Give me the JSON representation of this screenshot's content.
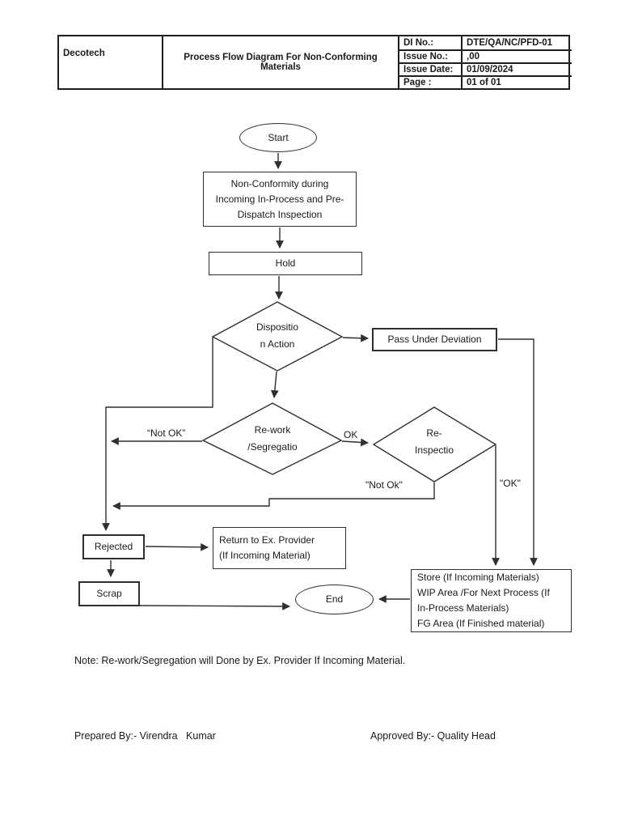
{
  "header": {
    "company": "Decotech",
    "title": "Process Flow Diagram For Non-Conforming Materials",
    "info_rows": [
      {
        "label": "DI No.:",
        "value": "DTE/QA/NC/PFD-01"
      },
      {
        "label": "Issue No.:",
        "value": ",00"
      },
      {
        "label": "Issue Date:",
        "value": "01/09/2024"
      },
      {
        "label": "Page :",
        "value": "01 of 01"
      }
    ]
  },
  "flowchart": {
    "start": "Start",
    "non_conformity_lines": [
      "Non-Conformity during",
      "Incoming In-Process and Pre-",
      "Dispatch Inspection"
    ],
    "hold": "Hold",
    "disposition_lines": [
      "Dispositio",
      "n Action"
    ],
    "pass_under_deviation": "Pass Under Deviation",
    "rework_lines": [
      "Re-work",
      "/Segregatio"
    ],
    "reinspection_lines": [
      "Re-",
      "Inspectio"
    ],
    "labels": {
      "not_ok_rework": "“Not OK”",
      "ok_rework": "OK",
      "not_ok_reinspection": "\"Not Ok\"",
      "ok_reinspection": "\"OK\""
    },
    "rejected": "Rejected",
    "return_lines": [
      "Return to Ex. Provider",
      "(If Incoming Material)"
    ],
    "scrap": "Scrap",
    "end": "End",
    "store_lines": [
      "Store (If Incoming Materials)",
      "WIP Area /For Next Process (If",
      "In-Process Materials)",
      "FG Area (If Finished material)"
    ]
  },
  "note": "Note: Re-work/Segregation will Done by Ex. Provider If Incoming Material.",
  "footer": {
    "prepared_by": "Prepared By:- Virendra   Kumar",
    "approved_by": "Approved By:- Quality Head"
  },
  "colors": {
    "ink": "#1a1a1a",
    "line": "#2f2f2f",
    "paper": "#ffffff"
  }
}
